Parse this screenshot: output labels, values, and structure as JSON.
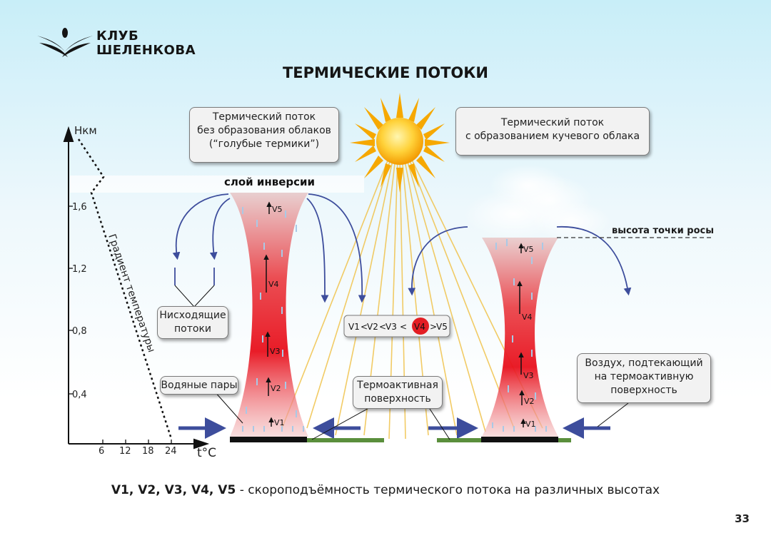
{
  "logo": {
    "line1": "КЛУБ",
    "line2": "ШЕЛЕНКОВА"
  },
  "title": "ТЕРМИЧЕСКИЕ ПОТОКИ",
  "callouts": {
    "blue_thermals": [
      "Термический поток",
      "без образования облаков",
      "(“голубые термики”)"
    ],
    "cumulus": [
      "Термический поток",
      "с образованием кучевого облака"
    ],
    "descending": [
      "Нисходящие",
      "потоки"
    ],
    "water_vapor": [
      "Водяные пары"
    ],
    "thermoactive": [
      "Термоактивная",
      "поверхность"
    ],
    "inflow_air": [
      "Воздух, подтекающий",
      "на термоактивную",
      "поверхность"
    ]
  },
  "labels": {
    "inversion_layer": "слой инверсии",
    "dew_point": "высота точки росы",
    "gradient": "Градиент температуры"
  },
  "axis": {
    "y_title": "Нкм",
    "y_ticks": [
      "0,4",
      "0,8",
      "1,2",
      "1,6"
    ],
    "x_title": "t°C",
    "x_ticks": [
      "6",
      "12",
      "18",
      "24"
    ]
  },
  "velocity_labels": [
    "V1",
    "V2",
    "V3",
    "V4",
    "V5"
  ],
  "inequality": {
    "parts": [
      "V1",
      "<",
      "V2",
      "<",
      "V3",
      "<",
      "V4",
      ">",
      "V5"
    ],
    "highlight_color": "#e31e24"
  },
  "footer": {
    "bold": "V1, V2, V3, V4, V5",
    "separator": " - ",
    "text": "скороподъёмность термического потока на различных высотах"
  },
  "page_number": "33",
  "colors": {
    "thermal_red": "#e8101c",
    "arrow_blue": "#3d4d9c",
    "sun": "#f6a800",
    "ground_green": "#5a8f3c"
  }
}
